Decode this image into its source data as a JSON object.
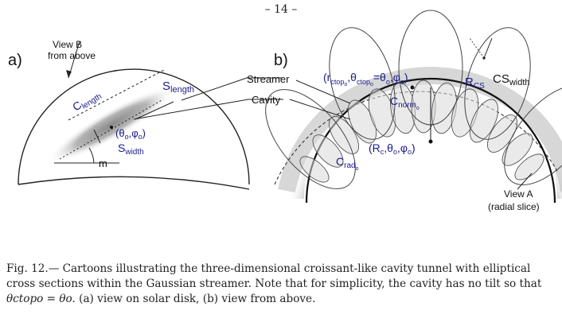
{
  "page_number": "– 14 –",
  "panel_a": {
    "label": "a)",
    "view_b_line1": "View B",
    "view_b_line2": "from above",
    "c_length": "C",
    "c_length_sub": "length",
    "s_length": "S",
    "s_length_sub": "length",
    "s_width": "S",
    "s_width_sub": "width",
    "theta_phi": "(θ",
    "theta_sub": "o",
    "phi_mid": ",φ",
    "phi_sub": "o",
    "close_paren": ")",
    "m": "m"
  },
  "panel_b": {
    "label": "b)",
    "streamer": "Streamer",
    "cavity": "Cavity",
    "ctop_label": "(r",
    "ctop_sub1": "ctop",
    "ctop_subsub1": "o",
    "ctop_theta": ",θ",
    "ctop_sub2": "ctop",
    "ctop_subsub2": "o",
    "ctop_eq": "=θ",
    "ctop_sub3": "o",
    "ctop_phi": ",φ",
    "ctop_sub4": "o",
    "ctop_close": ")",
    "c_norm": "C",
    "c_norm_sub": "norm",
    "c_norm_subsub": "o",
    "r_cs": "R",
    "r_cs_sub": "CS",
    "cs_width": "CS",
    "cs_width_sub": "width",
    "r_center": "(R",
    "r_center_sub": "c",
    "r_center_rest": ",θ",
    "r_center_sub2": "o",
    "r_center_phi": ",φ",
    "r_center_sub3": "o",
    "r_center_close": ")",
    "c_rad": "C",
    "c_rad_sub": "rad",
    "c_rad_subsub": "o",
    "view_a_line1": "View A",
    "view_a_line2": "(radial slice)"
  },
  "caption": {
    "line1": "Fig.  12.— Cartoons illustrating the three-dimensional croissant-like cavity tunnel with elliptical",
    "line2": "cross sections within the Gaussian streamer. Note that for simplicity, the cavity has no tilt so that",
    "math": "θctopo = θo.",
    "line3_rest": " (a) view on solar disk, (b) view from above."
  },
  "colors": {
    "label_blue": "#1a1a8c",
    "streamer_gray": "#9a9a9a"
  }
}
